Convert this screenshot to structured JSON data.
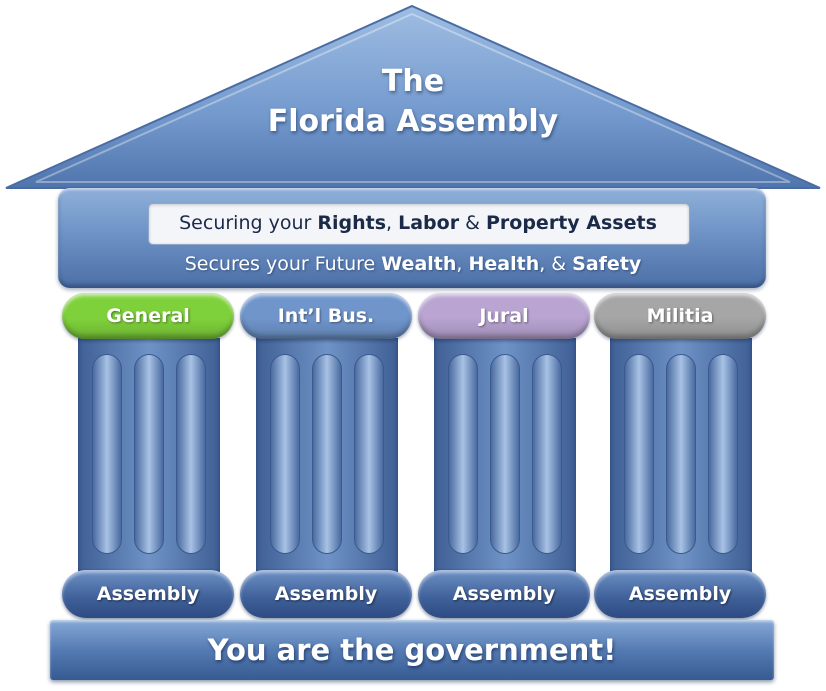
{
  "roof": {
    "title_line1": "The",
    "title_line2": "Florida Assembly"
  },
  "band": {
    "line1": {
      "p1": "Securing your ",
      "b1": "Rights",
      "p2": ", ",
      "b2": "Labor",
      "p3": " & ",
      "b3": "Property Assets"
    },
    "line2": {
      "p1": "Secures your  Future ",
      "b1": "Wealth",
      "p2": ", ",
      "b2": "Health",
      "p3": ", & ",
      "b3": "Safety"
    }
  },
  "columns": [
    {
      "cap": "General",
      "base": "Assembly",
      "cap_color": "#7fd13b"
    },
    {
      "cap": "Int’l Bus.",
      "base": "Assembly",
      "cap_color": "#6f95cb"
    },
    {
      "cap": "Jural",
      "base": "Assembly",
      "cap_color": "#b9a4d2"
    },
    {
      "cap": "Militia",
      "base": "Assembly",
      "cap_color": "#a6a6a6"
    }
  ],
  "footer": {
    "text": "You are the government!"
  },
  "colors": {
    "structure_blue": "#4f74ad",
    "roof_blue": "#7ea3d4"
  }
}
